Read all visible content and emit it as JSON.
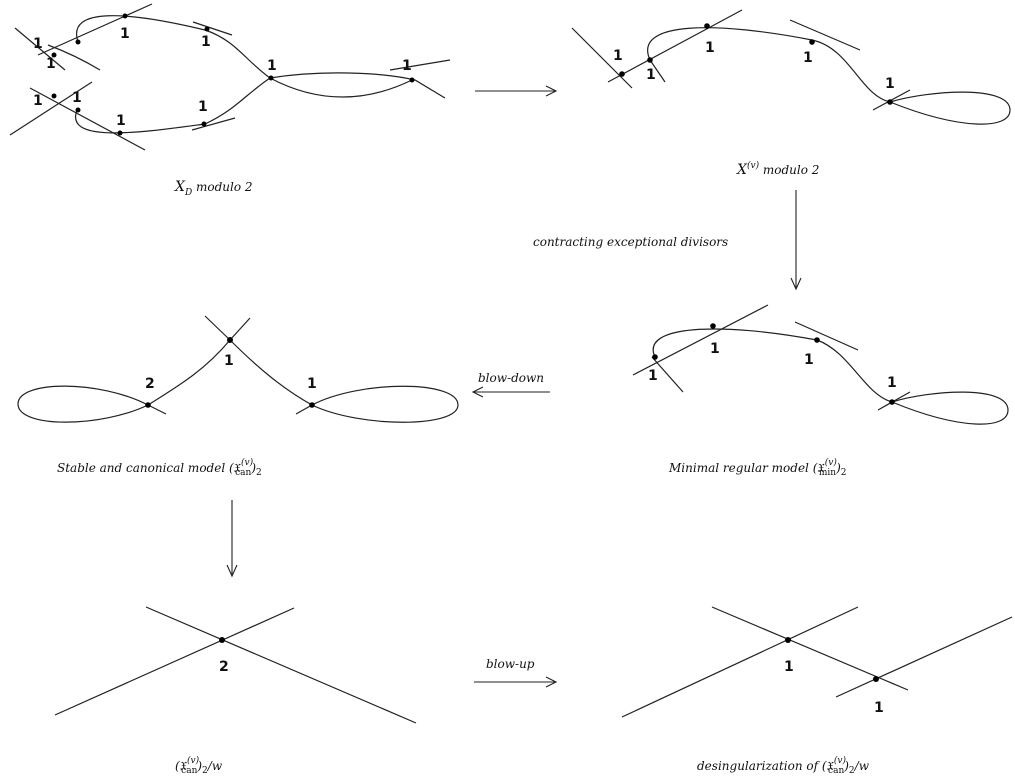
{
  "panels": {
    "xd": {
      "caption": {
        "main": "X",
        "sub": "D",
        "rest": " modulo 2"
      },
      "multiplicities": [
        "1",
        "1",
        "1",
        "1",
        "1",
        "1",
        "1",
        "1",
        "1",
        "1"
      ]
    },
    "xv": {
      "caption": {
        "main": "X",
        "sup": "(v)",
        "rest": " modulo 2"
      },
      "multiplicities": [
        "1",
        "1",
        "1",
        "1",
        "1"
      ]
    },
    "min": {
      "caption": {
        "prefix": "Minimal regular model (",
        "frak": "𝔛",
        "sup": "(v)",
        "sub": "min",
        "suffix": ")",
        "tail": "2"
      },
      "multiplicities": [
        "1",
        "1",
        "1",
        "1"
      ]
    },
    "can": {
      "caption": {
        "prefix": "Stable and canonical model (",
        "frak": "𝔛",
        "sup": "(v)",
        "sub": "can",
        "suffix": ")",
        "tail": "2"
      },
      "multiplicities": [
        "2",
        "1",
        "1"
      ]
    },
    "quot": {
      "caption": {
        "prefix": "(",
        "frak": "𝔛",
        "sup": "(v)",
        "sub": "can",
        "suffix": ")",
        "tail": "2",
        "end": "/w"
      },
      "multiplicities": [
        "2"
      ]
    },
    "desing": {
      "caption": {
        "prefix": "desingularization of (",
        "frak": "𝔛",
        "sup": "(v)",
        "sub": "can",
        "suffix": ")",
        "tail": "2",
        "end": "/w"
      },
      "multiplicities": [
        "1",
        "1"
      ]
    }
  },
  "arrows": {
    "contract": "contracting exceptional divisors",
    "blowdown": "blow-down",
    "blowup": "blow-up"
  }
}
